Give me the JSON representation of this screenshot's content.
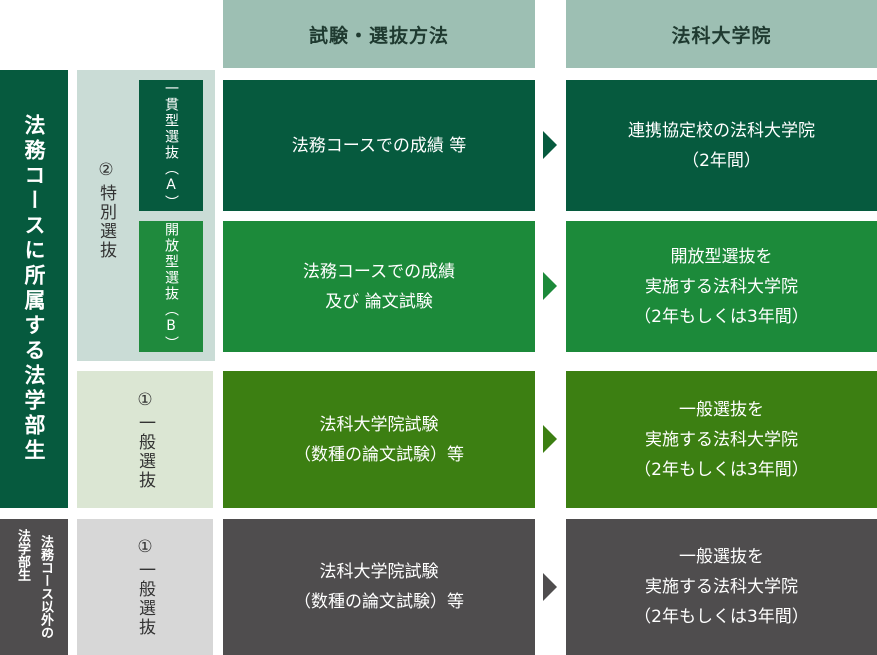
{
  "headers": {
    "method": "試験・選抜方法",
    "school": "法科大学院"
  },
  "left_groups": {
    "law_course": "法務コースに所属する法学部生",
    "other_line1": "法務コース以外の",
    "other_line2": "法学部生"
  },
  "sub_groups": {
    "special_num": "②",
    "special_label": "特別選抜",
    "consistent": "一貫型選抜（A）",
    "open": "開放型選抜（B）",
    "general_num_1": "①",
    "general_label_1": "一般選抜",
    "general_num_2": "①",
    "general_label_2": "一般選抜"
  },
  "rows": [
    {
      "method_lines": [
        "法務コースでの成績 等"
      ],
      "school_lines": [
        "連携協定校の法科大学院",
        "（2年間）"
      ]
    },
    {
      "method_lines": [
        "法務コースでの成績",
        "及び 論文試験"
      ],
      "school_lines": [
        "開放型選抜を",
        "実施する法科大学院",
        "（2年もしくは3年間）"
      ]
    },
    {
      "method_lines": [
        "法科大学院試験",
        "（数種の論文試験）等"
      ],
      "school_lines": [
        "一般選抜を",
        "実施する法科大学院",
        "（2年もしくは3年間）"
      ]
    },
    {
      "method_lines": [
        "法科大学院試験",
        "（数種の論文試験）等"
      ],
      "school_lines": [
        "一般選抜を",
        "実施する法科大学院",
        "（2年もしくは3年間）"
      ]
    }
  ],
  "colors": {
    "header": "#9dbfb3",
    "dark_green": "#065a3e",
    "green": "#1c8a3a",
    "olive": "#3c7f12",
    "gray": "#4f4d4e"
  }
}
